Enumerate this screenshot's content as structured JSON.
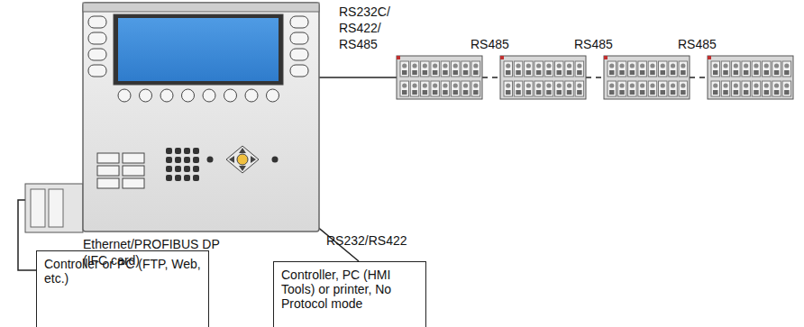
{
  "diagram": {
    "nodes": [
      {
        "text": [
          "Controller or PC (FTP, Web, etc.)"
        ]
      },
      {
        "text": [
          "Controller, PC (HMI Tools) or printer, No Protocol mode"
        ]
      }
    ],
    "labels": [
      "RS232C/ RS422/ RS485",
      "RS485",
      "RS485",
      "RS485",
      "Ethernet/PROFIBUS DP (IFC card)",
      "RS232/RS422"
    ]
  }
}
